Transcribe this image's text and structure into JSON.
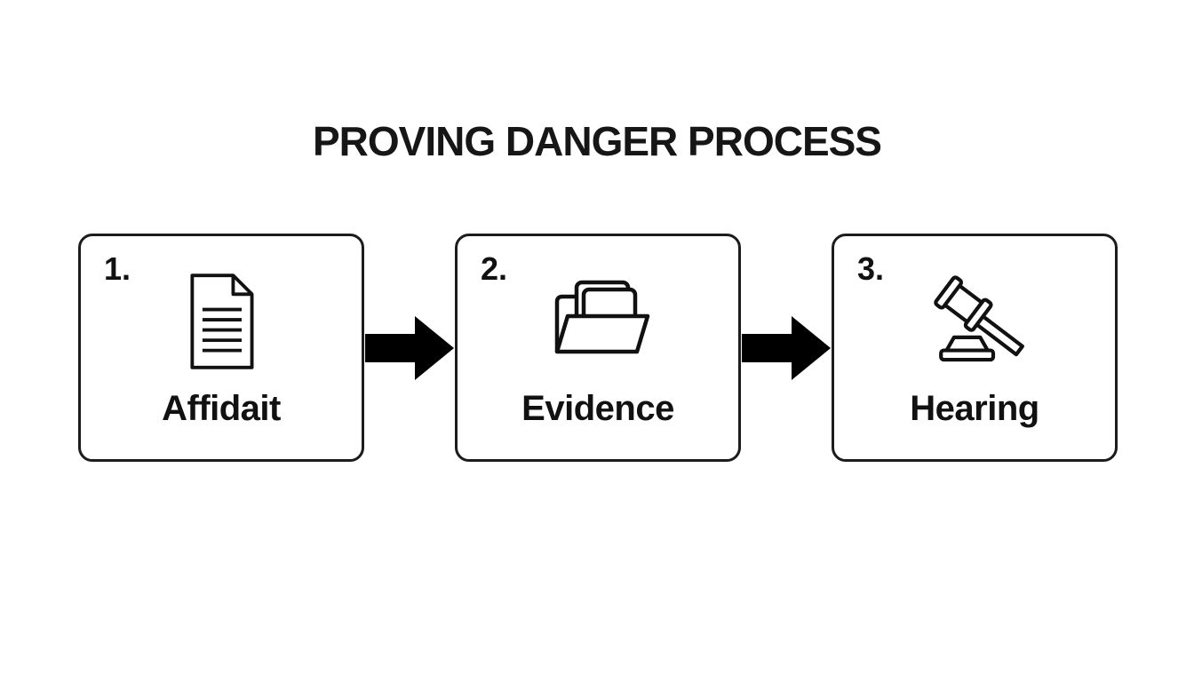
{
  "title": "PROVING DANGER PROCESS",
  "steps": [
    {
      "number": "1.",
      "label": "Affidait",
      "icon": "document-icon"
    },
    {
      "number": "2.",
      "label": "Evidence",
      "icon": "folder-icon"
    },
    {
      "number": "3.",
      "label": "Hearing",
      "icon": "gavel-icon"
    }
  ],
  "colors": {
    "background": "#ffffff",
    "box_border": "#1c1c1c",
    "line_art": "#111111",
    "arrow": "#000000",
    "text": "#111111"
  }
}
